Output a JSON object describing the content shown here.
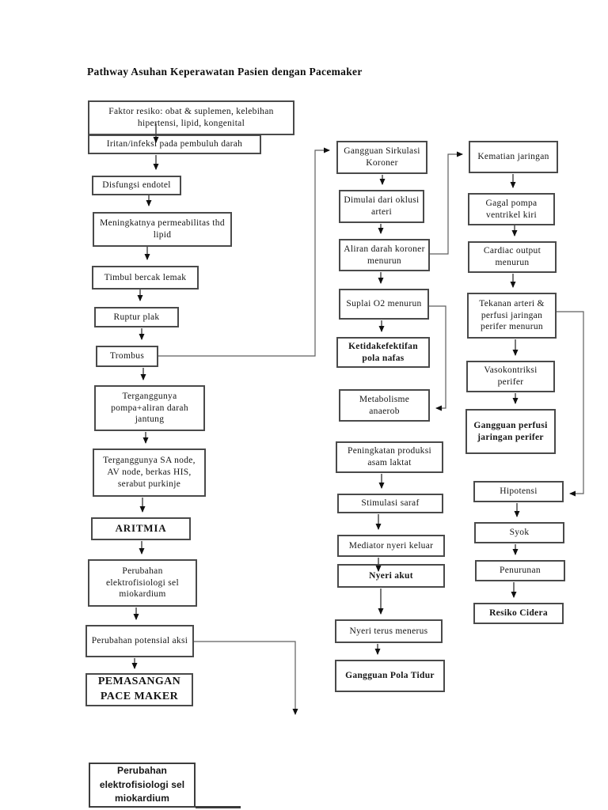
{
  "page": {
    "title": "Pathway Asuhan Keperawatan Pasien dengan Pacemaker"
  },
  "nodes": {
    "faktor_resiko": {
      "label": "Faktor resiko: obat & suplemen, kelebihan hipertensi, lipid, kongenital"
    },
    "iritan": {
      "label": "Iritan/infeksi pada pembuluh darah"
    },
    "disfungsi_endotel": {
      "label": "Disfungsi endotel"
    },
    "meningkatnya_perm": {
      "label": "Meningkatnya permeabilitas thd lipid"
    },
    "timbul_bercak": {
      "label": "Timbul bercak lemak"
    },
    "ruptur_plak": {
      "label": "Ruptur plak"
    },
    "trombus": {
      "label": "Trombus"
    },
    "terganggunya_pompa": {
      "label": "Terganggunya pompa+aliran darah jantung"
    },
    "terganggunya_sa": {
      "label": "Terganggunya SA node, AV node, berkas HIS, serabut purkinje"
    },
    "aritmia": {
      "label": "ARITMIA"
    },
    "perubahan_elektro": {
      "label": "Perubahan elektrofisiologi sel miokardium"
    },
    "perubahan_potensial": {
      "label": "Perubahan potensial aksi"
    },
    "pemasangan": {
      "label": "PEMASANGAN PACE MAKER"
    },
    "perubahan_elektro_2": {
      "label": "Perubahan elektrofisiologi sel miokardium"
    },
    "gangguan_sirkulasi": {
      "label": "Gangguan Sirkulasi Koroner"
    },
    "dimulai_oklusi": {
      "label": "Dimulai dari oklusi arteri"
    },
    "aliran_darah": {
      "label": "Aliran darah koroner menurun"
    },
    "suplai_o2": {
      "label": "Suplai O2 menurun"
    },
    "ketidakefektifan": {
      "label": "Ketidakefektifan pola nafas"
    },
    "metabolisme": {
      "label": "Metabolisme anaerob"
    },
    "peningkatan_laktat": {
      "label": "Peningkatan produksi asam laktat"
    },
    "stimulasi_saraf": {
      "label": "Stimulasi saraf"
    },
    "mediator_nyeri": {
      "label": "Mediator nyeri keluar"
    },
    "nyeri_akut": {
      "label": "Nyeri akut"
    },
    "nyeri_terus": {
      "label": "Nyeri terus menerus"
    },
    "gangguan_tidur": {
      "label": "Gangguan Pola Tidur"
    },
    "kematian_jaringan": {
      "label": "Kematian jaringan"
    },
    "gagal_pompa": {
      "label": "Gagal pompa ventrikel kiri"
    },
    "cardiac_output": {
      "label": "Cardiac output menurun"
    },
    "tekanan_arteri": {
      "label": "Tekanan arteri & perfusi jaringan perifer menurun"
    },
    "vasokontriksi": {
      "label": "Vasokontriksi perifer"
    },
    "gangguan_perfusi": {
      "label": "Gangguan perfusi jaringan perifer"
    },
    "hipotensi": {
      "label": "Hipotensi"
    },
    "syok": {
      "label": "Syok"
    },
    "penurunan": {
      "label": "Penurunan"
    },
    "resiko_cidera": {
      "label": "Resiko Cidera"
    }
  },
  "colors": {
    "box_border": "#4a4a4a",
    "arrow": "#3f3f3f",
    "text": "#151515",
    "background": "#ffffff"
  }
}
